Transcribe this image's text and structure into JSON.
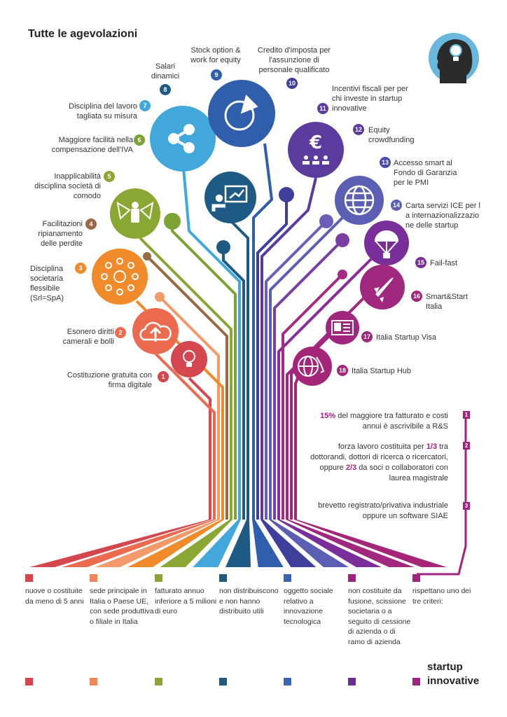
{
  "title": "Tutte le agevolazioni",
  "benefits": [
    {
      "num": "1",
      "label": "Costituzione gratuita con firma digitale",
      "color": "#d4474e"
    },
    {
      "num": "2",
      "label": "Esonero diritti camerali e bolli",
      "color": "#ec6b4f"
    },
    {
      "num": "3",
      "label": "Disciplina societaria flessibile (Srl=SpA)",
      "color": "#f08a2a"
    },
    {
      "num": "4",
      "label": "Facilitazioni ripianamento delle perdite",
      "color": "#9a6a45"
    },
    {
      "num": "5",
      "label": "Inapplicabilità disciplina società di comodo",
      "color": "#8aa633"
    },
    {
      "num": "6",
      "label": "Maggiore facilità nella compensazione dell'IVA",
      "color": "#7da236"
    },
    {
      "num": "7",
      "label": "Disciplina del lavoro tagliata su misura",
      "color": "#42a8dc"
    },
    {
      "num": "8",
      "label": "Salari dinamici",
      "color": "#1f5a85"
    },
    {
      "num": "9",
      "label": "Stock option & work for equity",
      "color": "#2f5fac"
    },
    {
      "num": "10",
      "label": "Credito d'imposta per l'assunzione di personale qualificato",
      "color": "#3e3f9a"
    },
    {
      "num": "11",
      "label": "Incentivi fiscali per per chi investe in startup innovative",
      "color": "#5b3b9e"
    },
    {
      "num": "12",
      "label": "Equity crowdfunding",
      "color": "#5b3b9e"
    },
    {
      "num": "13",
      "label": "Accesso smart al Fondo di Garanzia per le PMI",
      "color": "#4a4aa8"
    },
    {
      "num": "14",
      "label": "Carta servizi ICE per la internazionalizzazione delle startup",
      "color": "#5a5fb3"
    },
    {
      "num": "15",
      "label": "Fail-fast",
      "color": "#7a2e9a"
    },
    {
      "num": "16",
      "label": "Smart&Start Italia",
      "color": "#a0287e"
    },
    {
      "num": "17",
      "label": "Italia Startup Visa",
      "color": "#a0267e"
    },
    {
      "num": "18",
      "label": "Italia Startup Hub",
      "color": "#a52578"
    }
  ],
  "criteria": [
    {
      "num": "1",
      "hl1": "15%",
      "text1": " del maggiore tra fatturato e costi annui è ascrivibile a R&S"
    },
    {
      "num": "2",
      "text1": "forza lavoro costituita per ",
      "hl1": "1/3",
      "text2": " tra dottorandi, dottori di ricerca o ricercatori, oppure ",
      "hl2": "2/3",
      "text3": " da soci o collaboratori con laurea magistrale"
    },
    {
      "num": "3",
      "text1": "brevetto registrato/privativa industriale oppure un software SIAE"
    }
  ],
  "requirements": [
    {
      "label": "nuove o costituite da meno di 5 anni",
      "color": "#d4474e"
    },
    {
      "label": "sede principale in Italia o Paese UE, con sede produttiva o filiale in Italia",
      "color": "#f0875a"
    },
    {
      "label": "fatturato annuo inferiore a 5 milioni di euro",
      "color": "#8aa532"
    },
    {
      "label": "non distribuiscono e non hanno distribuito utili",
      "color": "#1f5a80"
    },
    {
      "label": "oggetto sociale relativo a innovazione tecnologica",
      "color": "#3a64b5"
    },
    {
      "label": "non  costituite da fusione, scissione societaria o a seguito di cessione di azienda o di ramo di azienda",
      "color": "#a0237f"
    },
    {
      "label": "rispettano  uno dei tre criteri:",
      "color": "#a0237f"
    }
  ],
  "footer_squares": [
    "#d4474e",
    "#f0875a",
    "#8aa532",
    "#1f5a80",
    "#3a64b5",
    "#6a2e90",
    "#a0237f"
  ],
  "brand": {
    "line1": "startup",
    "line2": "innovative"
  }
}
